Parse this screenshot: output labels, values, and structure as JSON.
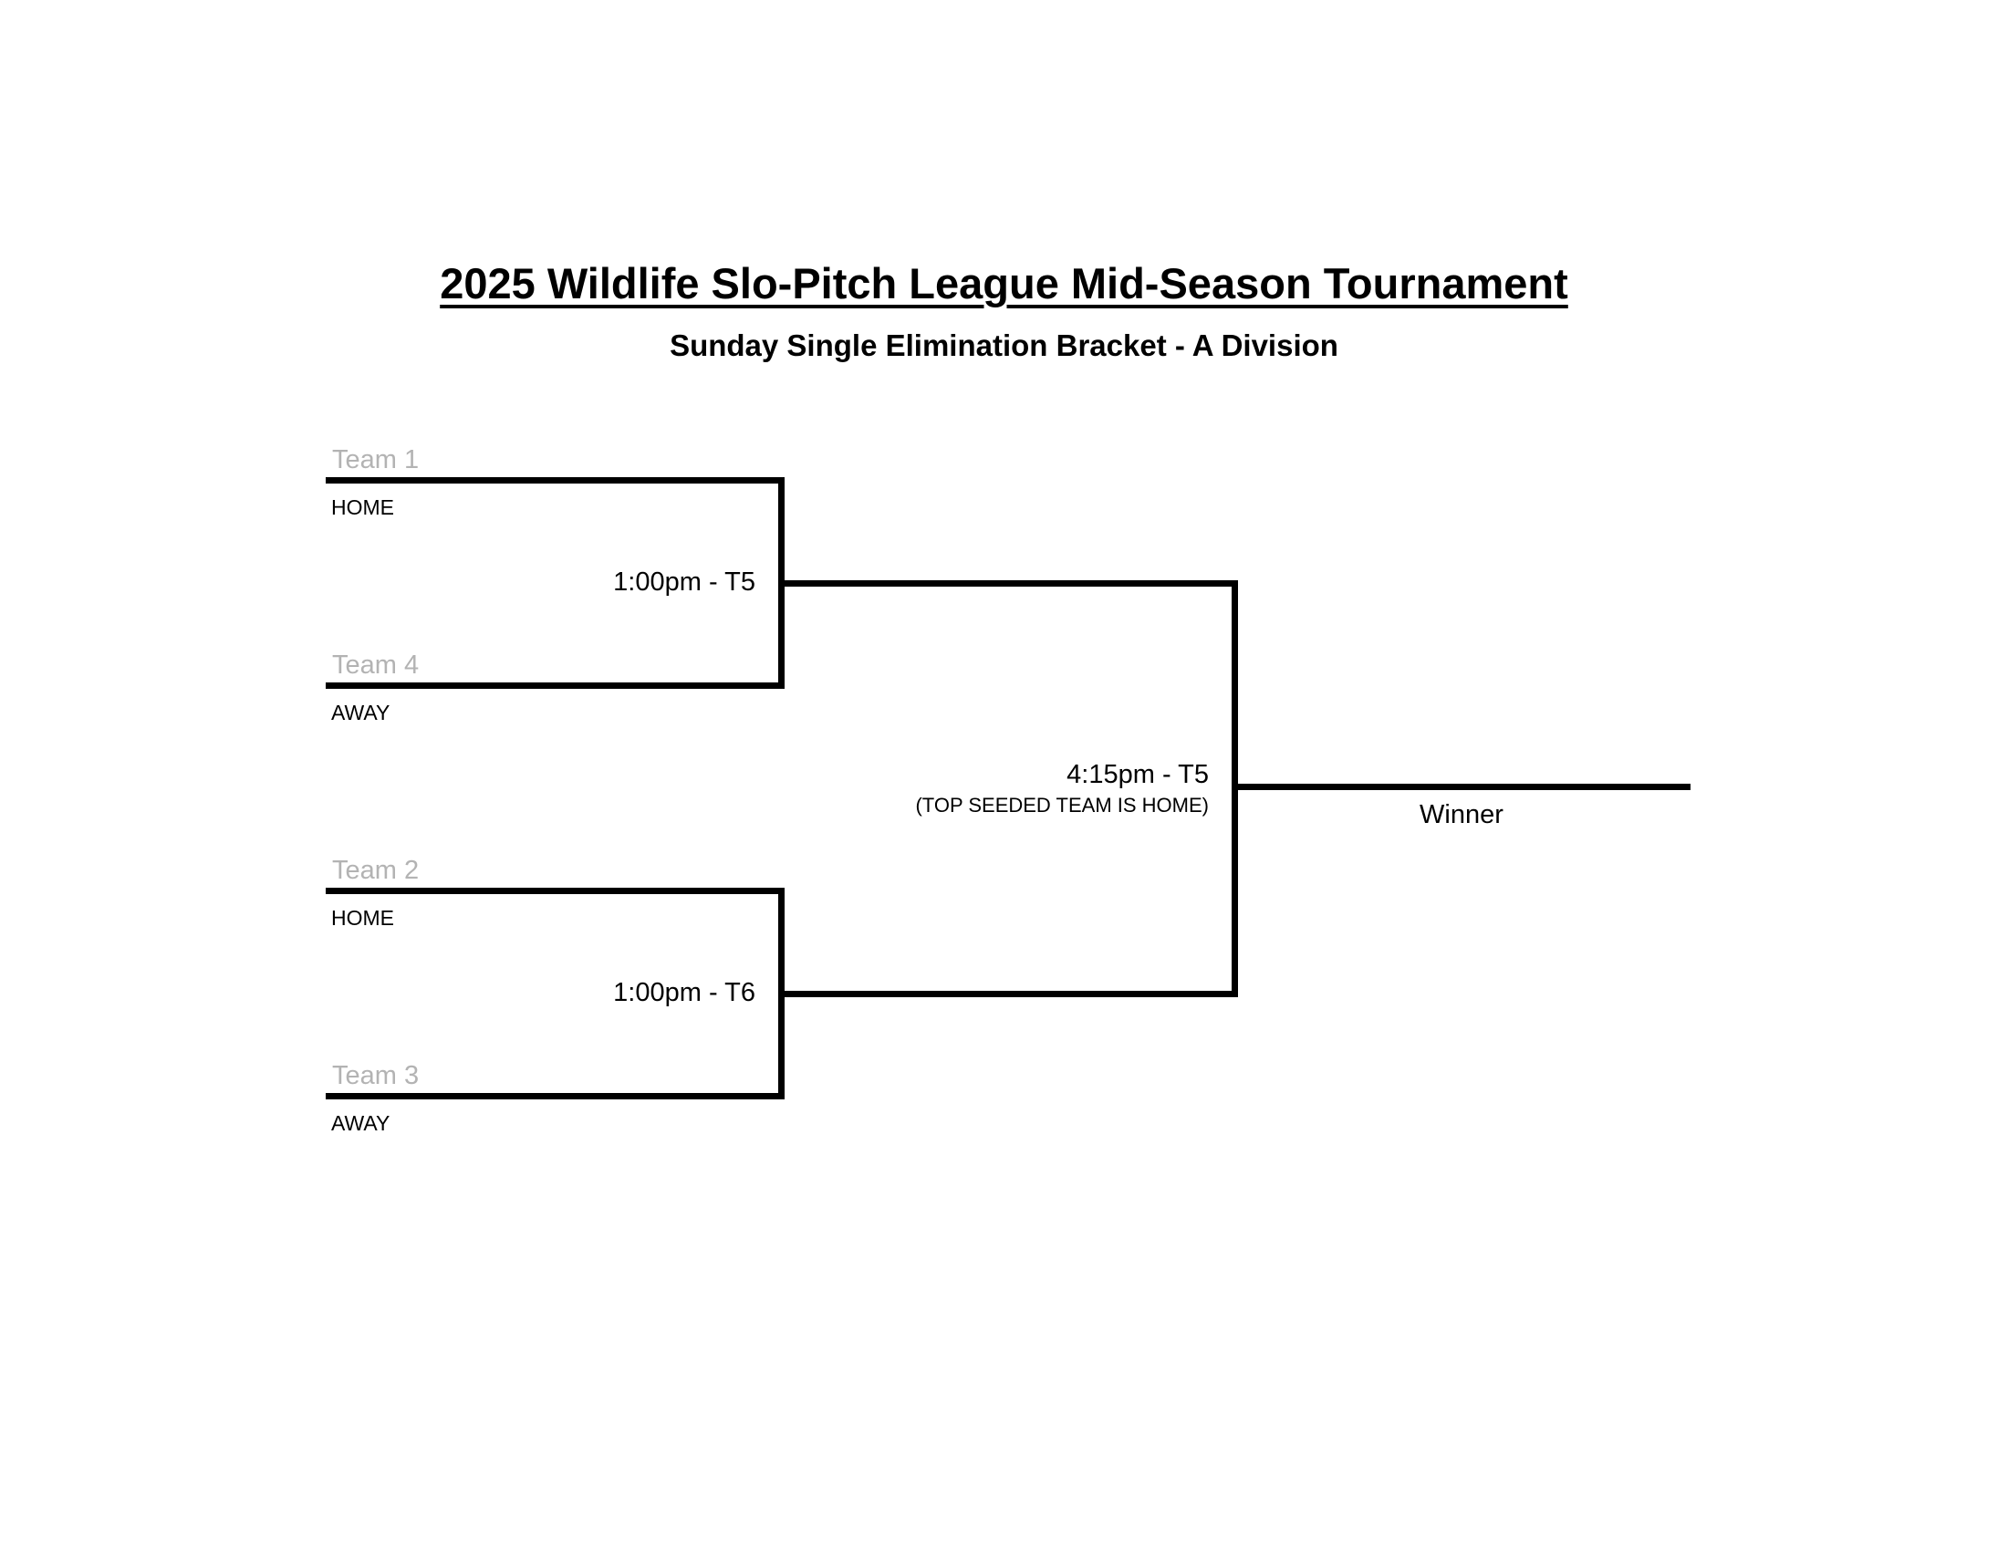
{
  "title": "2025 Wildlife Slo-Pitch League Mid-Season Tournament",
  "subtitle": "Sunday Single Elimination Bracket - A Division",
  "colors": {
    "line": "#000000",
    "team_placeholder": "#b3b3b3",
    "text": "#000000"
  },
  "bracket": {
    "game1": {
      "home_team": "Team 1",
      "home_label": "HOME",
      "away_team": "Team 4",
      "away_label": "AWAY",
      "time": "1:00pm - T5"
    },
    "game2": {
      "home_team": "Team 2",
      "home_label": "HOME",
      "away_team": "Team 3",
      "away_label": "AWAY",
      "time": "1:00pm - T6"
    },
    "final": {
      "time": "4:15pm - T5",
      "note": "(TOP SEEDED TEAM IS HOME)",
      "winner_label": "Winner"
    }
  }
}
